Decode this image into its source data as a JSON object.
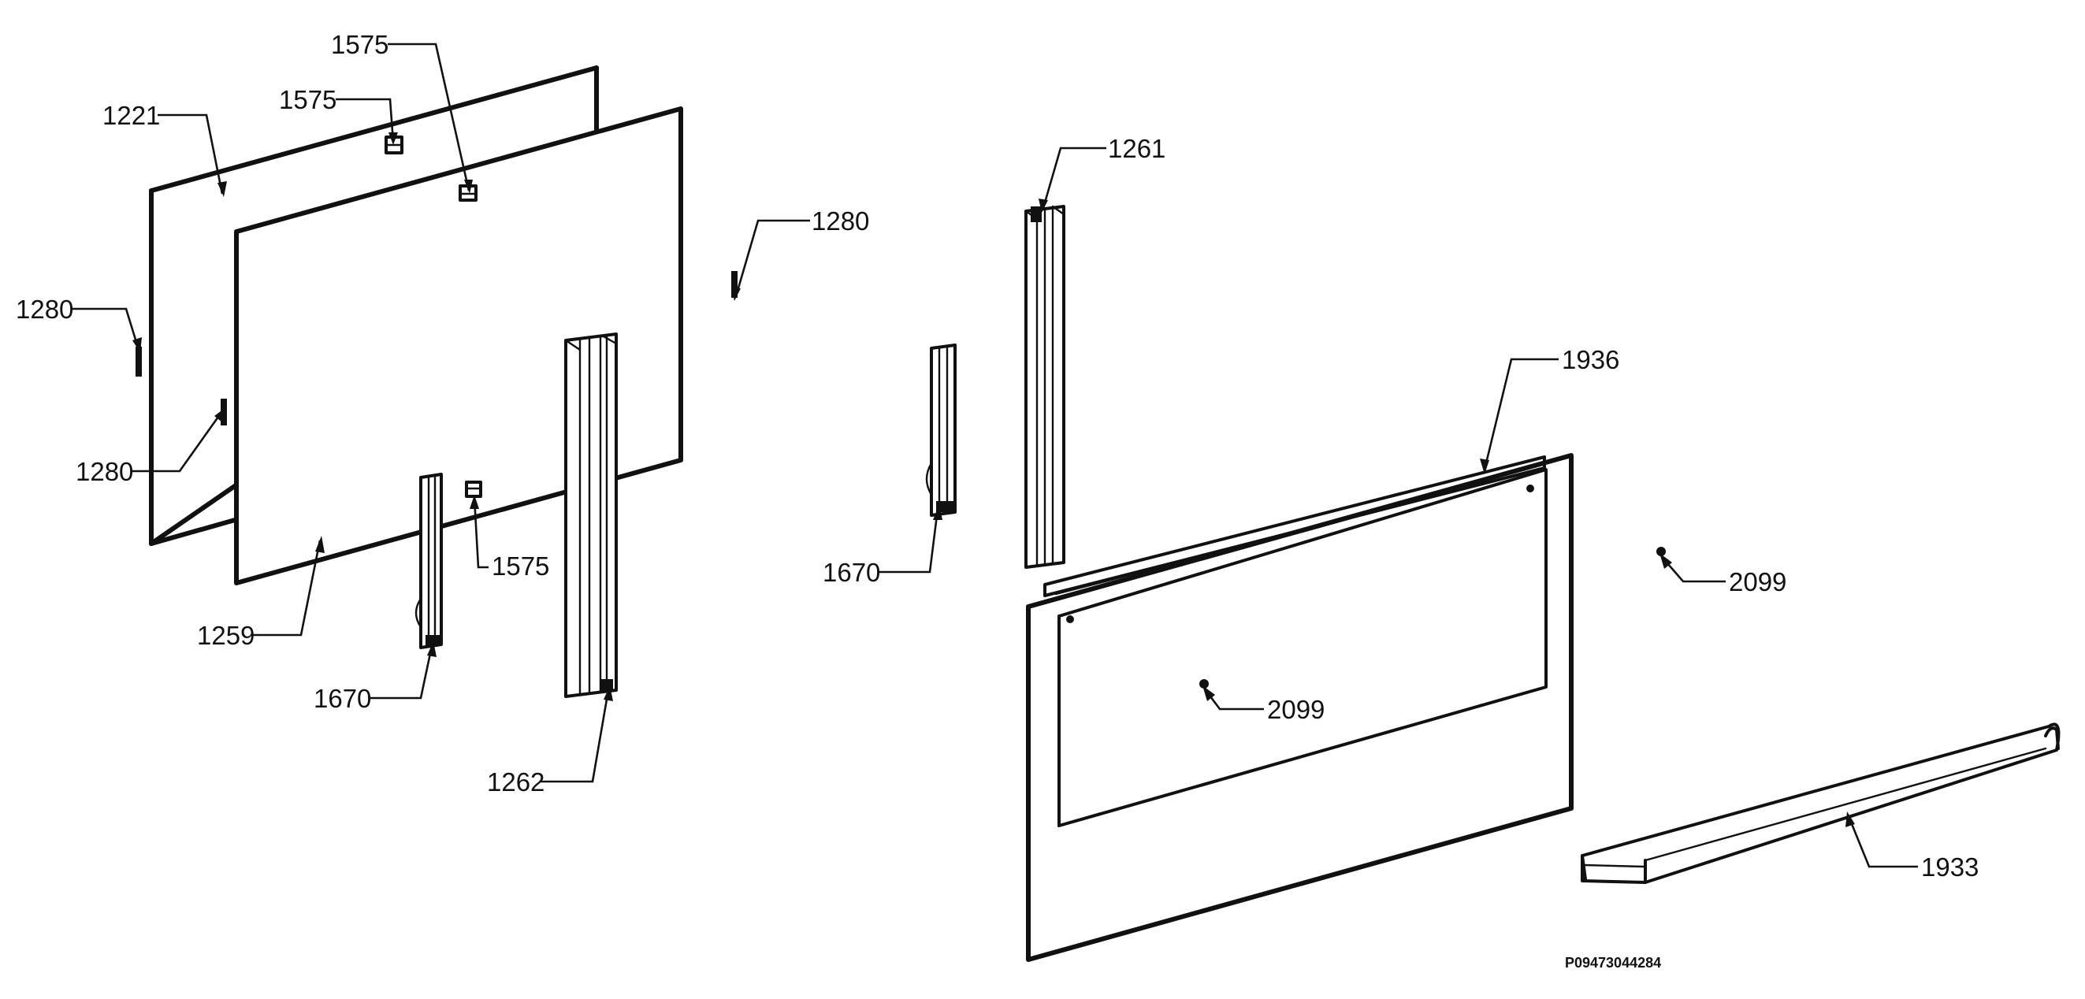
{
  "labels": {
    "l1575_top": "1575",
    "l1575_mid": "1575",
    "l1575_low": "1575",
    "l1221": "1221",
    "l1280_left": "1280",
    "l1280_inner": "1280",
    "l1280_right": "1280",
    "l1259": "1259",
    "l1670_left": "1670",
    "l1670_right": "1670",
    "l1262": "1262",
    "l1261": "1261",
    "l1936": "1936",
    "l2099_right": "2099",
    "l2099_center": "2099",
    "l1933": "1933"
  },
  "drawing_code": "P09473044284"
}
